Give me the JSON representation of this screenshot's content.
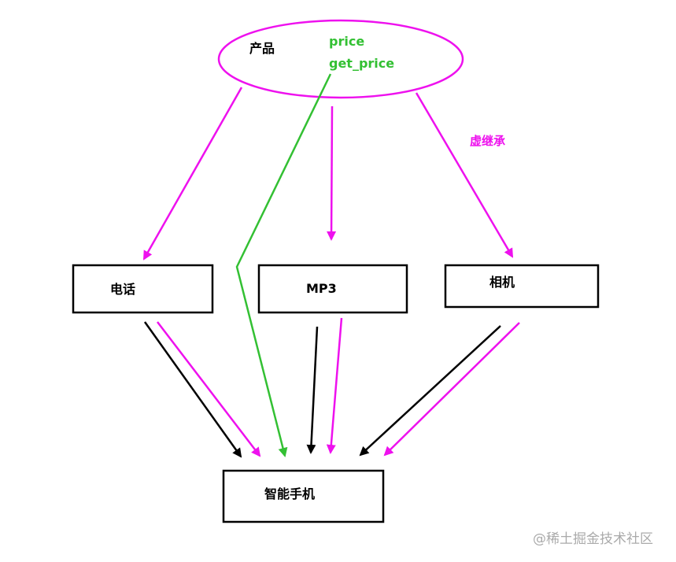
{
  "nodes": {
    "product": "产品",
    "phone": "电话",
    "mp3": "MP3",
    "camera": "相机",
    "smartphone": "智能手机"
  },
  "members": {
    "price": "price",
    "get_price": "get_price"
  },
  "edge_label": "虚继承",
  "watermark": "@稀土掘金技术社区",
  "colors": {
    "virtual_inherit": "#ee11ee",
    "inherit": "#000000",
    "member_access": "#33c033",
    "node_border": "#000000",
    "ellipse_border": "#ee11ee",
    "watermark": "#aaaaaa"
  }
}
